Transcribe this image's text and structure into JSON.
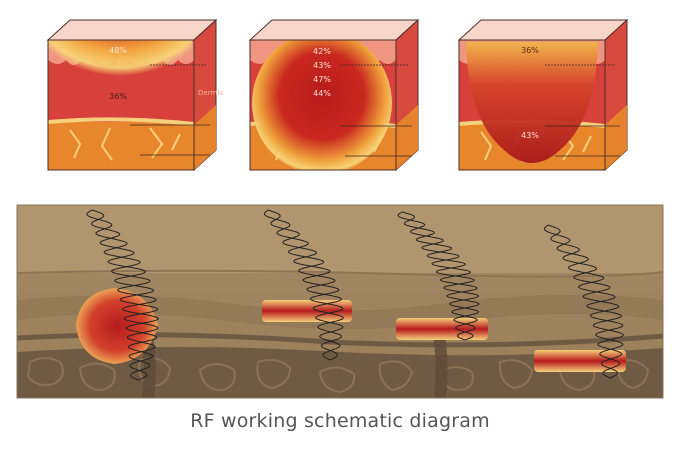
{
  "caption": "RF working schematic diagram",
  "cubes": [
    {
      "top_label": "48%",
      "mid_label": "36%",
      "side_label": "Dermis",
      "lines": [
        "",
        "",
        ""
      ]
    },
    {
      "labels": [
        "42%",
        "43%",
        "47%",
        "44%"
      ]
    },
    {
      "top_label": "36%",
      "bottom_label": "43%"
    }
  ],
  "colors": {
    "epidermis": "#f3a58f",
    "dermis": "#d8403b",
    "fat": "#e8862c",
    "fat_line": "#f6d07a",
    "heat_core": "#b31d1d",
    "heat_glow": "#f7d36a",
    "panel_bg": "#a88b64",
    "panel_dark": "#6f5a44",
    "wave": "#222222"
  }
}
